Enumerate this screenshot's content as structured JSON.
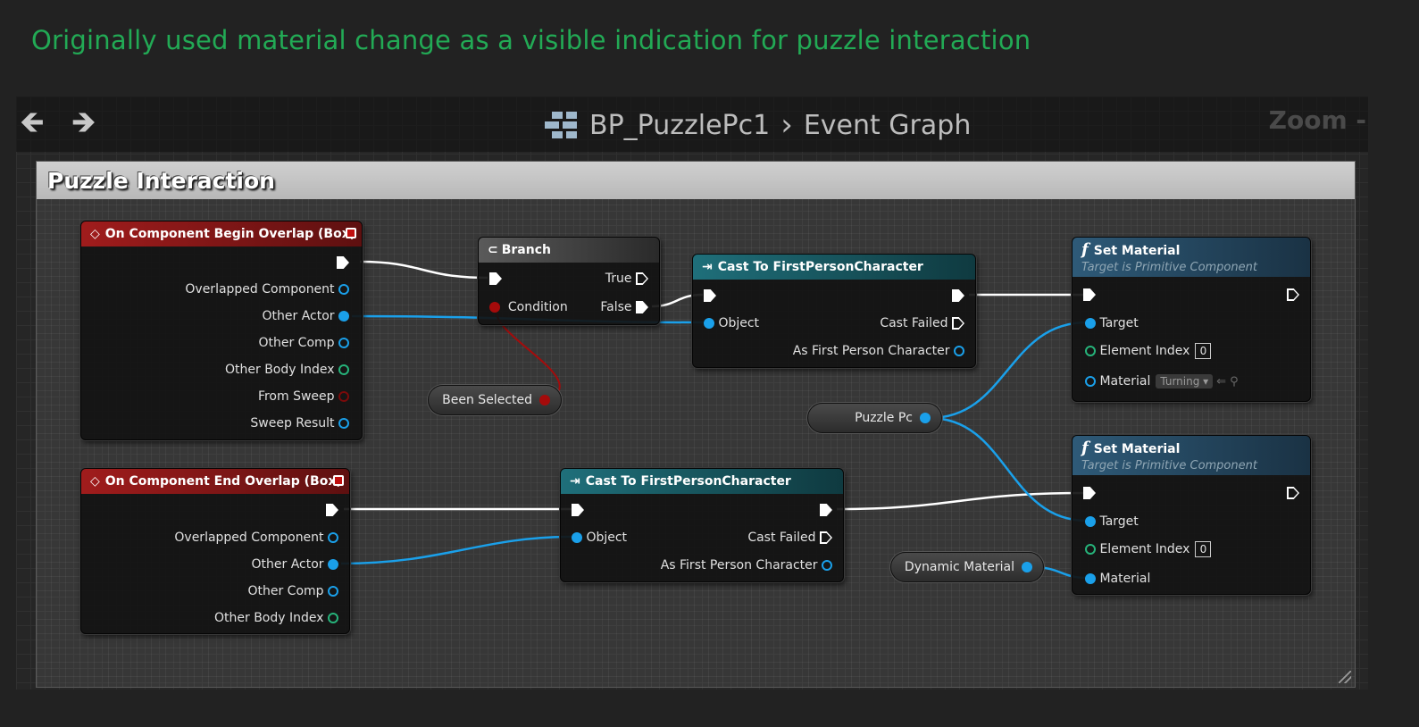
{
  "caption": "Originally used material change as a visible indication for puzzle interaction",
  "toolbar": {
    "blueprint": "BP_PuzzlePc1",
    "separator": "›",
    "graph": "Event Graph",
    "zoom": "Zoom -"
  },
  "comment": {
    "title": "Puzzle Interaction"
  },
  "nodes": {
    "begin_overlap": {
      "title": "On Component Begin Overlap (Box)",
      "pins": [
        "Overlapped Component",
        "Other Actor",
        "Other Comp",
        "Other Body Index",
        "From Sweep",
        "Sweep Result"
      ]
    },
    "end_overlap": {
      "title": "On Component End Overlap (Box)",
      "pins": [
        "Overlapped Component",
        "Other Actor",
        "Other Comp",
        "Other Body Index"
      ]
    },
    "branch": {
      "title": "Branch",
      "condition": "Condition",
      "true": "True",
      "false": "False"
    },
    "cast1": {
      "title": "Cast To FirstPersonCharacter",
      "object": "Object",
      "failed": "Cast Failed",
      "as": "As First Person Character"
    },
    "cast2": {
      "title": "Cast To FirstPersonCharacter",
      "object": "Object",
      "failed": "Cast Failed",
      "as": "As First Person Character"
    },
    "set_mat1": {
      "title": "Set Material",
      "subtitle": "Target is Primitive Component",
      "target": "Target",
      "element_index": "Element Index",
      "index_value": "0",
      "material": "Material",
      "material_value": "Turning"
    },
    "set_mat2": {
      "title": "Set Material",
      "subtitle": "Target is Primitive Component",
      "target": "Target",
      "element_index": "Element Index",
      "index_value": "0",
      "material": "Material"
    }
  },
  "variables": {
    "been_selected": "Been Selected",
    "puzzle_pc": "Puzzle Pc",
    "dynamic_material": "Dynamic Material"
  },
  "colors": {
    "caption": "#22aa55",
    "object_pin": "#1aa0ea",
    "bool_pin": "#a50b0b",
    "int_pin": "#26b37a",
    "event_header": "#a01c1c"
  }
}
